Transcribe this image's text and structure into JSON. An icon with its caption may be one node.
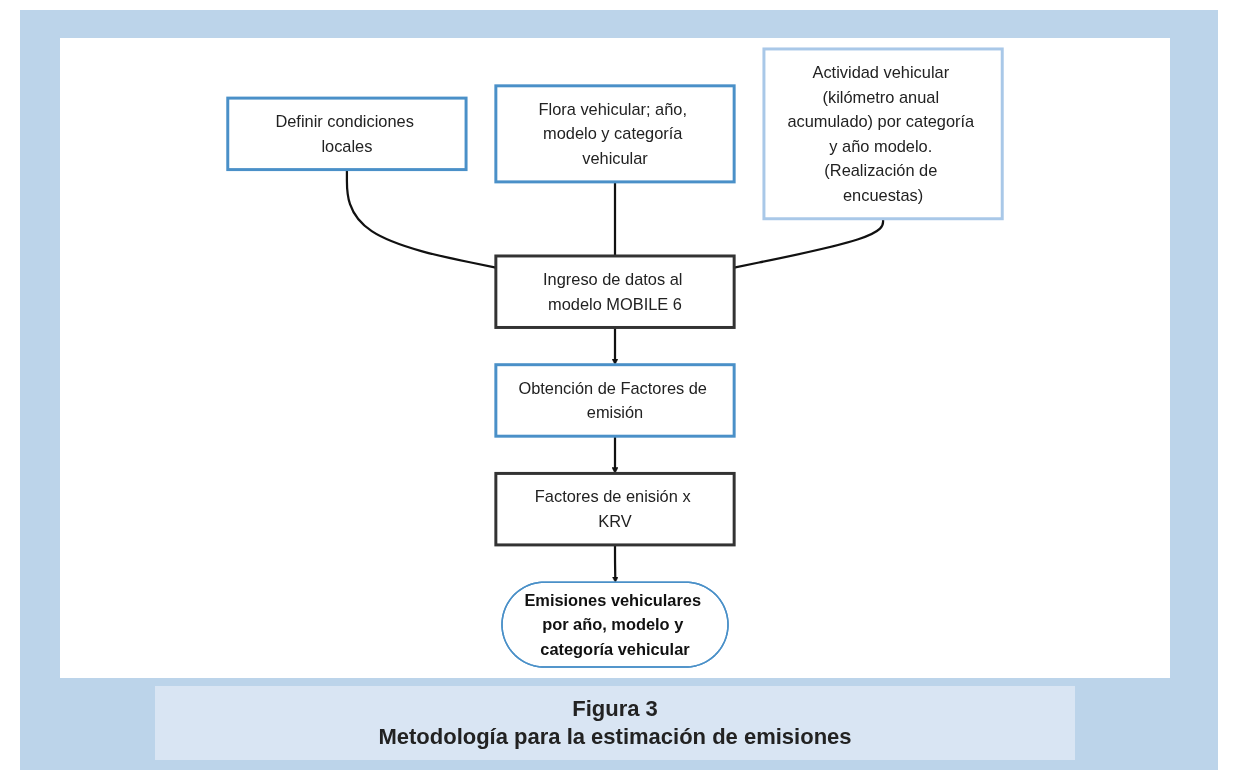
{
  "diagram": {
    "caption": "Metodología para la estimación de emisiones",
    "nodes": [
      {
        "text": [
          "Definir condiciones locales"
        ]
      },
      {
        "text": [
          "Flora vehicular; año, modelo y categoría vehicular"
        ]
      },
      {
        "text": [
          "Actividad vehicular (kilómetro anual acumulado) por categoría y año modelo. (Realización de encuestas)"
        ]
      },
      {
        "text": [
          "Ingreso de datos al modelo MOBILE 6"
        ]
      },
      {
        "text": [
          "Obtención de Factores de emisión"
        ]
      },
      {
        "text": [
          "Factores de enisión x KRV"
        ]
      },
      {
        "text": [
          "Emisiones vehiculares por año, modelo y categoría vehicular"
        ]
      }
    ],
    "edges": [
      {
        "from": 0,
        "to": 3,
        "arrow": "none"
      },
      {
        "from": 1,
        "to": 3,
        "arrow": "none"
      },
      {
        "from": 2,
        "to": 3,
        "arrow": "none"
      },
      {
        "from": 3,
        "to": 4,
        "arrow": "to"
      },
      {
        "from": 4,
        "to": 5,
        "arrow": "to"
      },
      {
        "from": 5,
        "to": 6,
        "arrow": "to"
      }
    ],
    "labels": [
      "Figura 3"
    ]
  }
}
